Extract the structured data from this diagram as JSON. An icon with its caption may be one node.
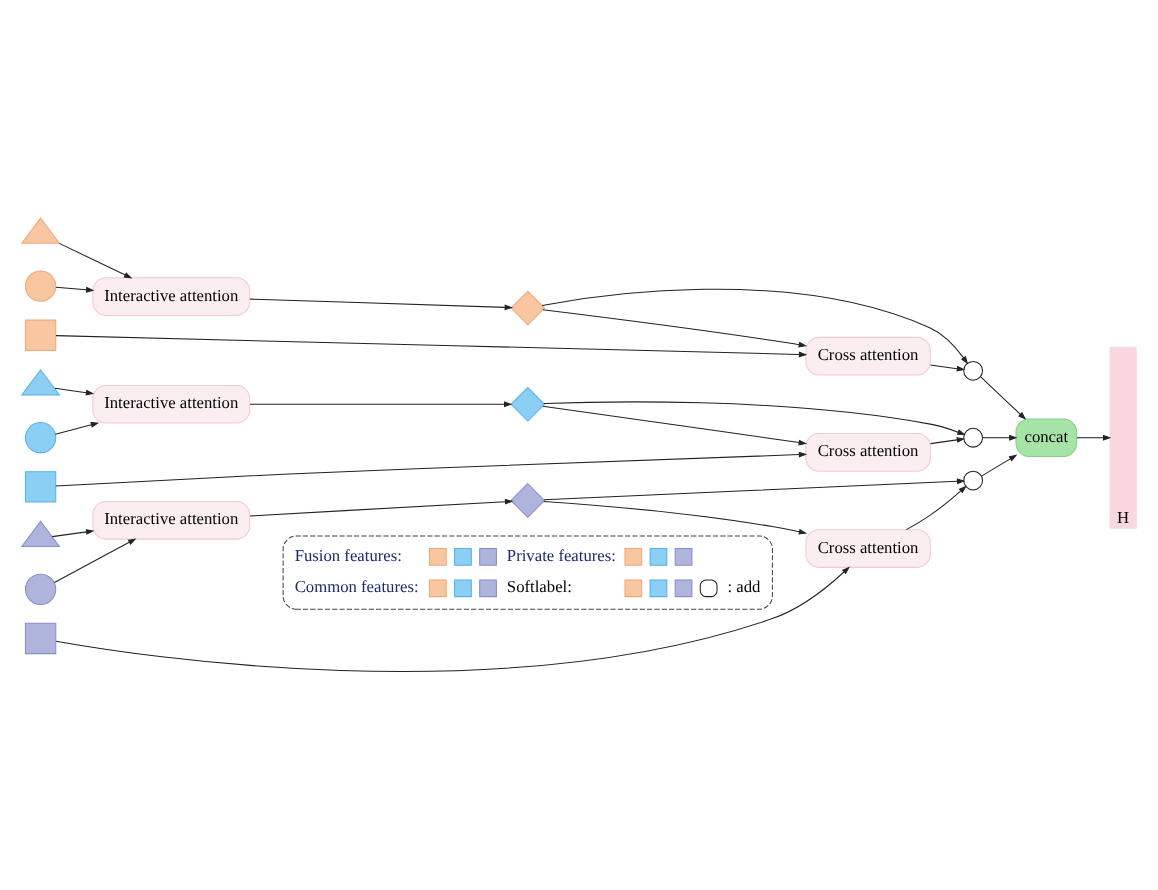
{
  "diagram": {
    "nodes": [
      {
        "text": [],
        "shape": "triangle"
      },
      {
        "text": [
          "Interactive attention"
        ]
      },
      {
        "text": [],
        "shape": "diamond"
      },
      {
        "text": [
          "Cross attention"
        ]
      },
      {
        "text": [],
        "shape": "circle"
      },
      {
        "text": [],
        "shape": "circle"
      },
      {
        "text": [],
        "shape": "square"
      },
      {
        "text": [],
        "shape": "triangle"
      },
      {
        "text": [
          "Interactive attention"
        ]
      },
      {
        "text": [],
        "shape": "diamond"
      },
      {
        "text": [
          "Cross attention"
        ]
      },
      {
        "text": [],
        "shape": "circle"
      },
      {
        "text": [],
        "shape": "circle"
      },
      {
        "text": [],
        "shape": "square"
      },
      {
        "text": [],
        "shape": "triangle"
      },
      {
        "text": [
          "Interactive attention"
        ]
      },
      {
        "text": [],
        "shape": "diamond"
      },
      {
        "text": [
          "Cross attention"
        ]
      },
      {
        "text": [],
        "shape": "circle"
      },
      {
        "text": [],
        "shape": "circle"
      },
      {
        "text": [],
        "shape": "square"
      },
      {
        "text": [
          "concat"
        ]
      },
      {
        "text": [
          "H"
        ]
      }
    ],
    "edges": [
      {
        "from": 0,
        "to": 1,
        "arrow": "to"
      },
      {
        "from": 5,
        "to": 1,
        "arrow": "to"
      },
      {
        "from": 1,
        "to": 2,
        "arrow": "to"
      },
      {
        "from": 2,
        "to": 3,
        "arrow": "to"
      },
      {
        "from": 2,
        "to": 4,
        "arrow": "to"
      },
      {
        "from": 6,
        "to": 3,
        "arrow": "to"
      },
      {
        "from": 3,
        "to": 4,
        "arrow": "to"
      },
      {
        "from": 4,
        "to": 21,
        "arrow": "to"
      },
      {
        "from": 7,
        "to": 8,
        "arrow": "to"
      },
      {
        "from": 12,
        "to": 8,
        "arrow": "to"
      },
      {
        "from": 8,
        "to": 9,
        "arrow": "to"
      },
      {
        "from": 9,
        "to": 10,
        "arrow": "to"
      },
      {
        "from": 9,
        "to": 11,
        "arrow": "to"
      },
      {
        "from": 13,
        "to": 10,
        "arrow": "to"
      },
      {
        "from": 10,
        "to": 11,
        "arrow": "to"
      },
      {
        "from": 11,
        "to": 21,
        "arrow": "to"
      },
      {
        "from": 14,
        "to": 15,
        "arrow": "to"
      },
      {
        "from": 19,
        "to": 15,
        "arrow": "to"
      },
      {
        "from": 15,
        "to": 16,
        "arrow": "to"
      },
      {
        "from": 16,
        "to": 17,
        "arrow": "to"
      },
      {
        "from": 16,
        "to": 18,
        "arrow": "to"
      },
      {
        "from": 20,
        "to": 17,
        "arrow": "to"
      },
      {
        "from": 17,
        "to": 18,
        "arrow": "to"
      },
      {
        "from": 18,
        "to": 21,
        "arrow": "to"
      },
      {
        "from": 21,
        "to": 22,
        "arrow": "to"
      }
    ],
    "legend": [
      {
        "text": "Fusion features:"
      },
      {
        "text": "Common features:"
      },
      {
        "text": "Private features:"
      },
      {
        "text": "Softlabel:"
      },
      {
        "text": ": add"
      }
    ]
  }
}
